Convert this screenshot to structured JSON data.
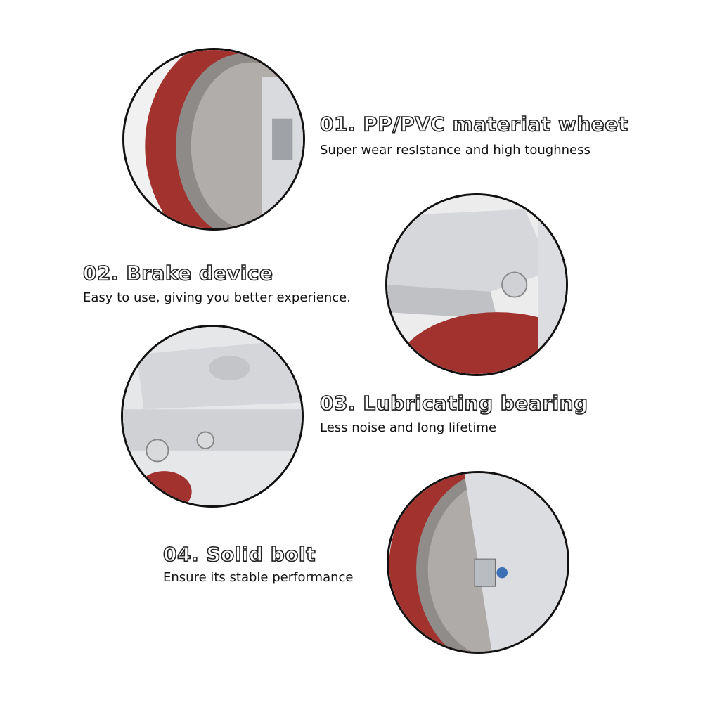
{
  "features": [
    {
      "title": "01. PP/PVC materiat wheet",
      "subtitle": "Super wear resIstance and high toughness"
    },
    {
      "title": "02. Brake device",
      "subtitle": "Easy to use, giving you better experience."
    },
    {
      "title": "03. Lubricating bearing",
      "subtitle": "Less noise and long lifetime"
    },
    {
      "title": "04. Solid bolt",
      "subtitle": "Ensure its stable performance"
    }
  ],
  "colors": {
    "wheel_red": "#9e2f2b",
    "hub_gray": "#a9a6a4",
    "metal": "#dcdde0",
    "outline": "#111111"
  }
}
